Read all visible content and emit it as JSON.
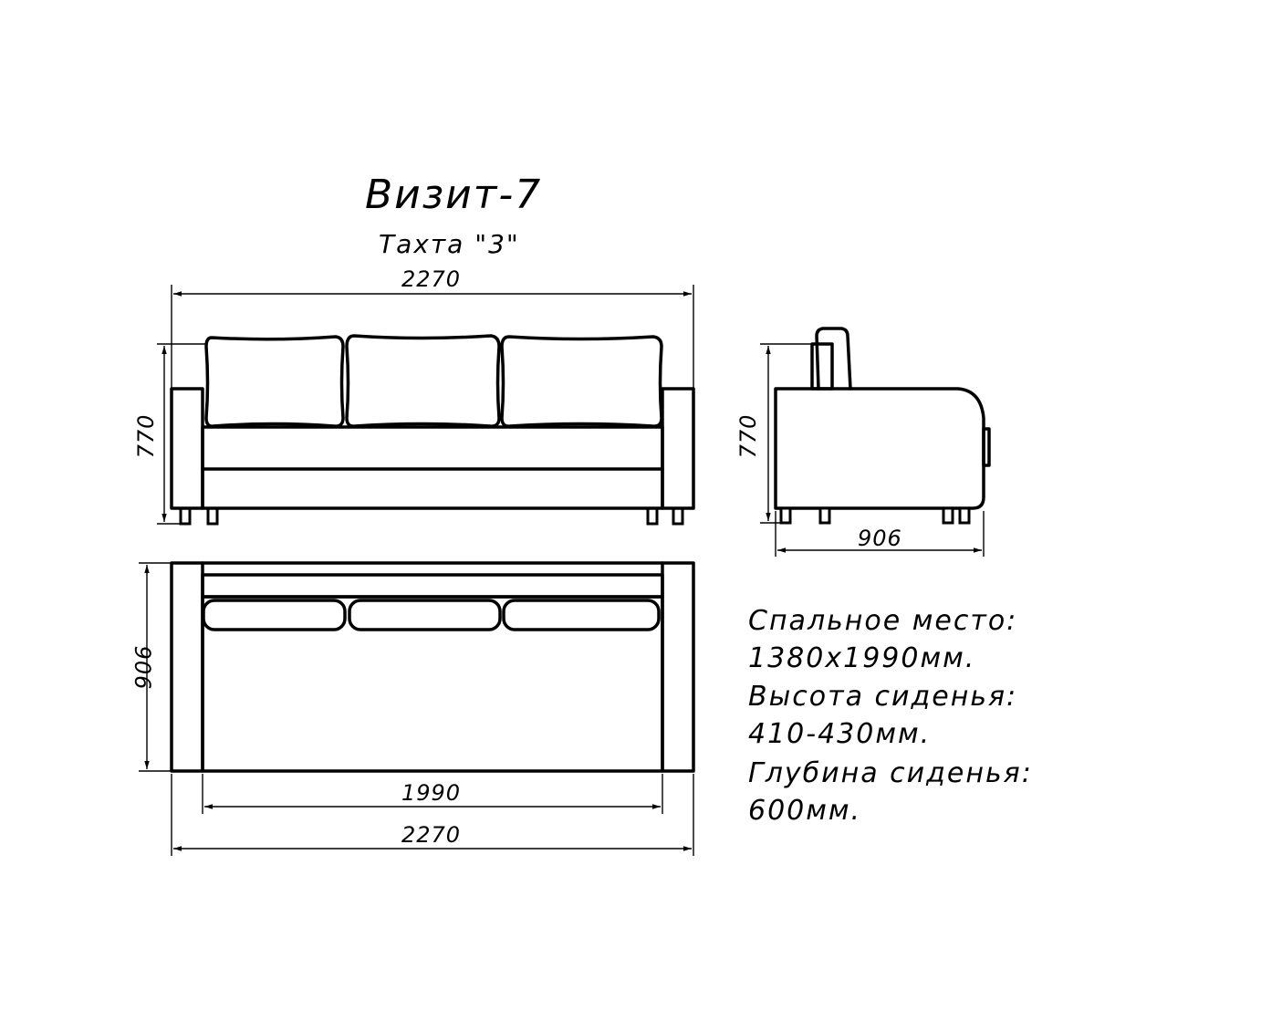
{
  "title": "Визит-7",
  "subtitle": "Тахта \"3\"",
  "front_view": {
    "width_label": "2270",
    "height_label": "770"
  },
  "side_view": {
    "height_label": "770",
    "depth_label": "906"
  },
  "top_view": {
    "depth_label": "906",
    "inner_width_label": "1990",
    "width_label": "2270"
  },
  "specs": [
    "Спальное место:",
    "1380х1990мм.",
    "Высота сиденья:",
    "410-430мм.",
    "Глубина сиденья:",
    "600мм."
  ]
}
